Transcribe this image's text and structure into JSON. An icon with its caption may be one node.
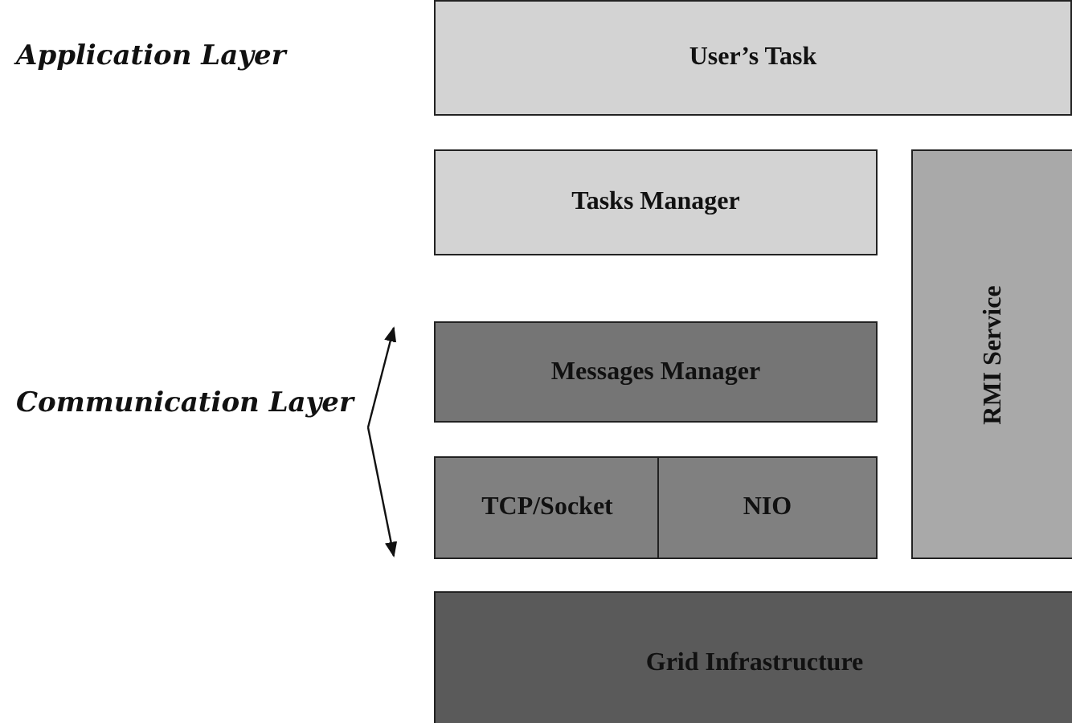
{
  "diagram": {
    "nodes": [
      {
        "text": [
          "User’s Task"
        ]
      },
      {
        "text": [
          "Tasks Manager"
        ]
      },
      {
        "text": [
          "RMI Service"
        ]
      },
      {
        "text": [
          "Messages Manager"
        ]
      },
      {
        "text": [
          "TCP/Socket"
        ]
      },
      {
        "text": [
          "NIO"
        ]
      },
      {
        "text": [
          "Grid Infrastructure"
        ]
      }
    ],
    "edges": [],
    "labels": [
      "Application Layer",
      "Communication Layer"
    ]
  }
}
